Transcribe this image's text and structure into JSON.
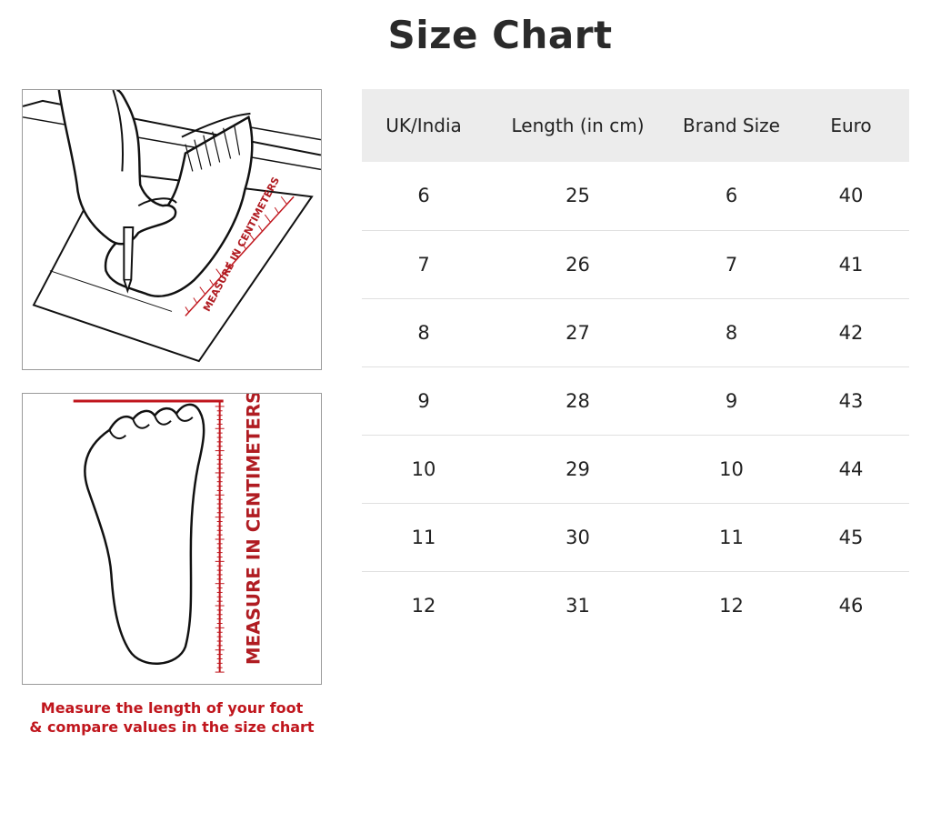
{
  "header": {
    "title": "Size Chart"
  },
  "illustrations": {
    "top_ruler_label": "MEASURE IN CENTIMETERS",
    "bottom_ruler_label": "MEASURE IN CENTIMETERS",
    "accent_color": "#c0161d"
  },
  "caption": {
    "line1": "Measure the length of your foot",
    "line2": "& compare values in the size chart"
  },
  "chart_data": {
    "type": "table",
    "columns": [
      "UK/India",
      "Length (in cm)",
      "Brand Size",
      "Euro"
    ],
    "rows": [
      [
        "6",
        "25",
        "6",
        "40"
      ],
      [
        "7",
        "26",
        "7",
        "41"
      ],
      [
        "8",
        "27",
        "8",
        "42"
      ],
      [
        "9",
        "28",
        "9",
        "43"
      ],
      [
        "10",
        "29",
        "10",
        "44"
      ],
      [
        "11",
        "30",
        "11",
        "45"
      ],
      [
        "12",
        "31",
        "12",
        "46"
      ]
    ]
  }
}
